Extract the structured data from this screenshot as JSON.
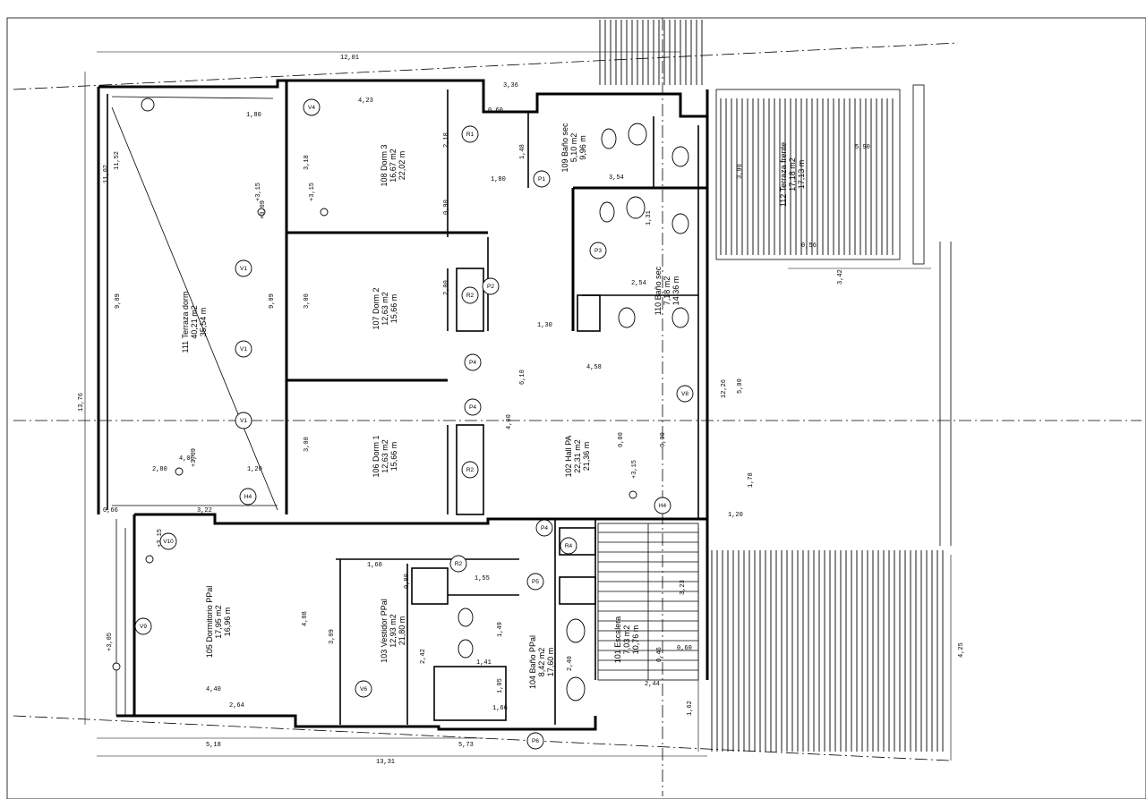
{
  "rooms": [
    {
      "id": "r111",
      "lines": [
        "111 Terraza dorm",
        "40,21 m2",
        "35,54 m"
      ]
    },
    {
      "id": "r108",
      "lines": [
        "108 Dorm 3",
        "16,67 m2",
        "22,02 m"
      ]
    },
    {
      "id": "r107",
      "lines": [
        "107 Dorm 2",
        "12,63 m2",
        "15,66 m"
      ]
    },
    {
      "id": "r106",
      "lines": [
        "106 Dorm 1",
        "12,63 m2",
        "15,66 m"
      ]
    },
    {
      "id": "r102",
      "lines": [
        "102 Hall PA",
        "22,31 m2",
        "21,36 m"
      ]
    },
    {
      "id": "r105",
      "lines": [
        "105 Dormitorio PPal",
        "17,95 m2",
        "16,96 m"
      ]
    },
    {
      "id": "r103",
      "lines": [
        "103 Vestidor PPal",
        "12,93 m2",
        "21,80 m"
      ]
    },
    {
      "id": "r104",
      "lines": [
        "104 Baño PPal",
        "8,42 m2",
        "17,60 m"
      ]
    },
    {
      "id": "r101",
      "lines": [
        "101 Escalera",
        "7,03 m2",
        "10,76 m"
      ]
    },
    {
      "id": "r109",
      "lines": [
        "109 Baño sec",
        "5,10 m2",
        "9,96 m"
      ]
    },
    {
      "id": "r110",
      "lines": [
        "110 Baño sec",
        "7,18 m2",
        "14,36 m"
      ]
    },
    {
      "id": "r112",
      "lines": [
        "112 Terraza frente",
        "17,18 m2",
        "17,13 m"
      ]
    }
  ],
  "levels": [
    "+3,15",
    "+3,15",
    "+3,09",
    "+3,09",
    "+3,15",
    "+3,15",
    "+3,05",
    "0,00",
    "0,00"
  ],
  "dimensions": {
    "top_overall": "12,01",
    "bottom_overall": "13,31",
    "left_overall": "13,76",
    "left_upper": "11,52",
    "left_mid": "11,02",
    "terrace_h": "9,09",
    "terrace_h2": "9,09",
    "terr_w1": "4,00",
    "terr_w2": "2,80",
    "terr_w3": "3,22",
    "terr_w4": "1,20",
    "dorm3_w": "4,23",
    "dorm3_h": "3,18",
    "dorm2_h": "3,00",
    "dorm1_h": "3,00",
    "hall_w": "4,58",
    "hall_h": "6,10",
    "hall_h2": "4,00",
    "dormppal_h": "4,08",
    "vest_h": "3,09",
    "vest_w": "1,60",
    "bath_w": "2,40",
    "stair_h": "3,23",
    "front_w": "5,18",
    "front_w2": "5,73",
    "right_h": "4,25",
    "right_h2": "12,26",
    "right_h3": "5,00",
    "terr_front_w": "3,90",
    "terr_front_h": "3,42",
    "misc1": "0,90",
    "misc2": "2,00",
    "misc3": "1,80",
    "misc4": "2,18",
    "misc5": "1,48",
    "misc6": "3,54",
    "misc7": "1,31",
    "misc8": "2,54",
    "misc9": "1,30",
    "misc10": "0,66",
    "misc11": "4,40",
    "misc12": "2,64",
    "misc13": "1,66",
    "misc14": "1,41",
    "misc15": "1,05",
    "misc16": "2,42",
    "misc17": "1,55",
    "misc18": "1,49",
    "misc19": "0,80",
    "misc20": "2,44",
    "misc21": "1,78",
    "misc22": "1,20",
    "misc23": "1,62",
    "misc24": "0,46",
    "misc25": "0,60",
    "misc26": "5,90",
    "misc27": "0,56",
    "misc28": "1,80",
    "misc29": "3,36",
    "misc30": "0,60"
  },
  "openings": [
    "V1",
    "V1",
    "V1",
    "V4",
    "V6",
    "V8",
    "V9",
    "V10",
    "P1",
    "P2",
    "P3",
    "P4",
    "P4",
    "P4",
    "P5",
    "P6",
    "H4",
    "H4",
    "R1",
    "R2",
    "R2",
    "R2",
    "R4"
  ]
}
